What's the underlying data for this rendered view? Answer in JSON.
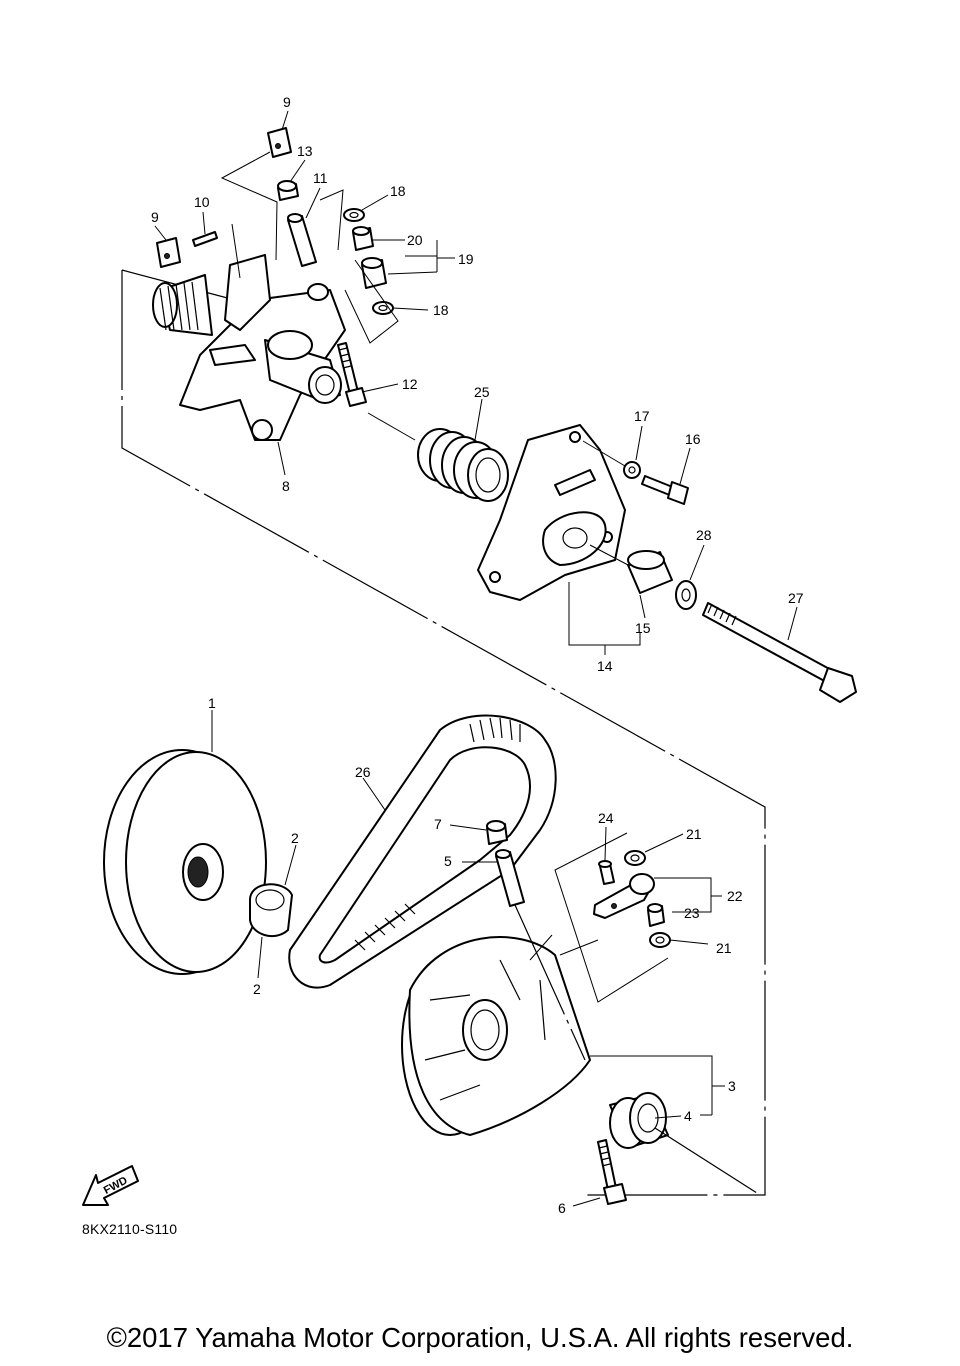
{
  "callouts": [
    "1",
    "2",
    "2",
    "3",
    "4",
    "5",
    "6",
    "7",
    "8",
    "9",
    "9",
    "10",
    "11",
    "12",
    "13",
    "14",
    "15",
    "16",
    "17",
    "18",
    "18",
    "19",
    "20",
    "21",
    "21",
    "22",
    "23",
    "24",
    "25",
    "26",
    "27",
    "28"
  ],
  "fwd_label": "FWD",
  "drawing_code": "8KX2110-S110",
  "copyright": "©2017 Yamaha Motor Corporation, U.S.A. All rights reserved.",
  "colors": {
    "line": "#000000",
    "background": "#ffffff"
  }
}
